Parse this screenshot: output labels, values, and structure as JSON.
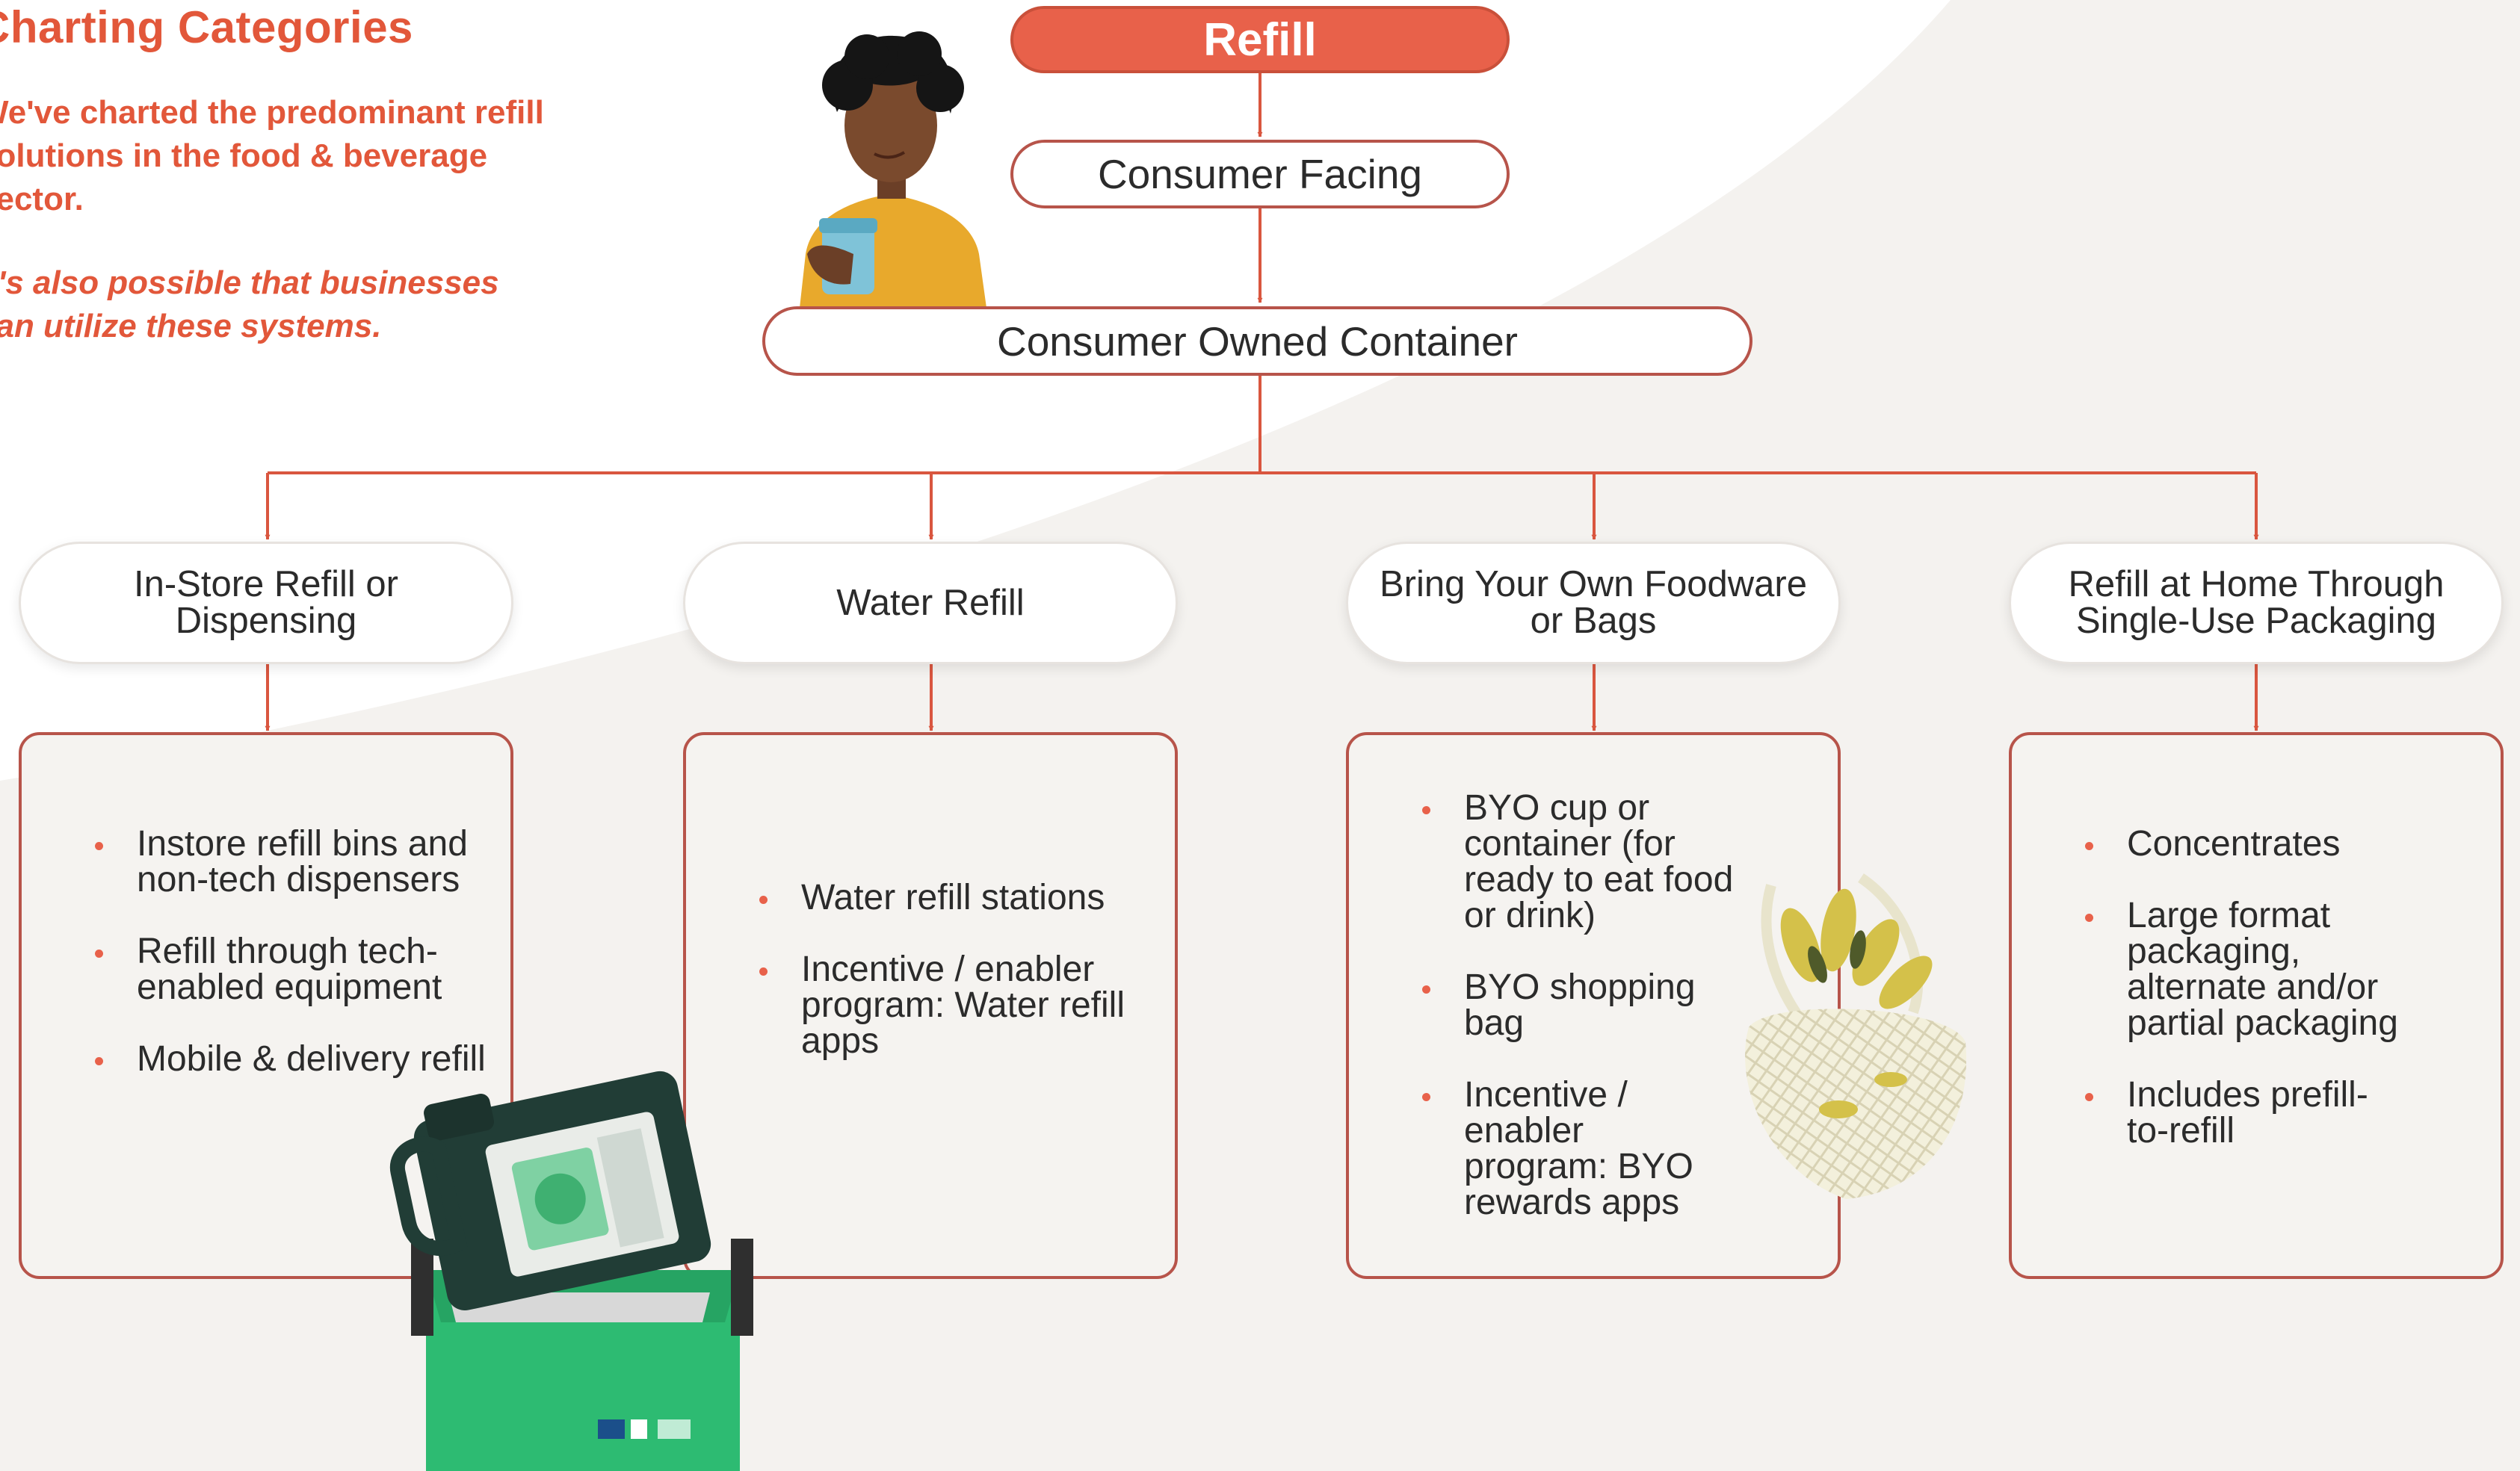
{
  "colors": {
    "accent": "#e8614a",
    "heading_text": "#e2573a",
    "border": "#b7544a",
    "card_background": "#f5f3f0"
  },
  "intro": {
    "title": "Charting Categories",
    "paragraph1": "We've charted the predominant refill solutions in the food & beverage sector.",
    "paragraph2": "It's also possible that businesses can utilize these systems."
  },
  "hierarchy": {
    "root": "Refill",
    "level2": "Consumer Facing",
    "level3": "Consumer Owned Container"
  },
  "categories": [
    {
      "title": "In-Store Refill or Dispensing",
      "items": [
        "Instore refill bins and non-tech dispensers",
        "Refill through tech-enabled equipment",
        "Mobile & delivery refill"
      ]
    },
    {
      "title": "Water Refill",
      "items": [
        "Water refill stations",
        "Incentive / enabler program: Water refill apps"
      ]
    },
    {
      "title": "Bring Your Own Foodware or Bags",
      "items": [
        "BYO cup or container (for ready to eat food or drink)",
        "BYO shopping bag",
        "Incentive / enabler program: BYO rewards apps"
      ]
    },
    {
      "title": "Refill at Home Through Single-Use Packaging",
      "items": [
        "Concentrates",
        "Large format packaging, alternate and/or partial packaging",
        "Includes prefill-to-refill"
      ]
    }
  ],
  "images": [
    "woman-with-reusable-cup",
    "refill-dispenser-machine",
    "mesh-shopping-bag"
  ]
}
